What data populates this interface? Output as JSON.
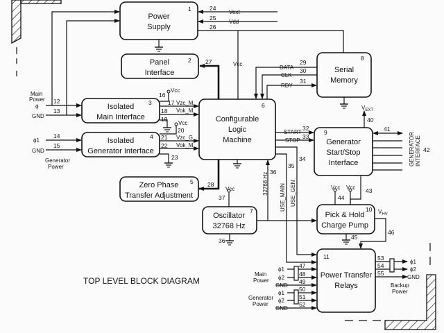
{
  "title": "TOP LEVEL BLOCK DIAGRAM",
  "blocks": {
    "power_supply": {
      "num": "1",
      "line1": "Power",
      "line2": "Supply"
    },
    "panel_interface": {
      "num": "2",
      "line1": "Panel",
      "line2": "Interface"
    },
    "isolated_main": {
      "num": "3",
      "line1": "Isolated",
      "line2": "Main Interface"
    },
    "isolated_gen": {
      "num": "4",
      "line1": "Isolated",
      "line2": "Generator Interface"
    },
    "zero_phase": {
      "num": "5",
      "line1": "Zero Phase",
      "line2": "Transfer Adjustment"
    },
    "clm": {
      "num": "6",
      "line1": "Configurable",
      "line2": "Logic",
      "line3": "Machine"
    },
    "oscillator": {
      "num": "7",
      "line1": "Oscillator",
      "line2": "32768 Hz"
    },
    "serial_memory": {
      "num": "8",
      "line1": "Serial",
      "line2": "Memory"
    },
    "gen_start_stop": {
      "num": "9",
      "line1": "Generator",
      "line2": "Start/Stop",
      "line3": "Interface"
    },
    "charge_pump": {
      "num": "10",
      "line1": "Pick & Hold",
      "line2": "Charge Pump"
    },
    "relays": {
      "num": "11",
      "line1": "Power Transfer",
      "line2": "Relays"
    }
  },
  "signals": {
    "vext": "Vext",
    "vdd": "Vdd",
    "vcc": "Vcc",
    "main_power": [
      "Main",
      "Power"
    ],
    "phi": "ϕ",
    "gnd": "GND",
    "phi1": "ϕ1",
    "phi2": "ϕ2",
    "generator_power": [
      "Generator",
      "Power"
    ],
    "vzc_m": "Vzc_M",
    "vok_m": "Vok_M",
    "vzc_g": "Vzc_G",
    "data": "DATA",
    "clk": "CLK",
    "rdy": "RDY",
    "start": "START",
    "stop": "STOP",
    "v_ext": "V",
    "v_ext_sub": "EXT",
    "v_hv": "V",
    "v_hv_sub": "HV",
    "hz": "32768 Hz",
    "use_main": "USE_MAIN",
    "use_gen": "USE_GEN",
    "generator_interface": [
      "GENERATOR",
      "INTERFACE"
    ],
    "backup_power": [
      "Backup",
      "Power"
    ]
  },
  "ref_numbers": [
    "12",
    "13",
    "14",
    "15",
    "16",
    "17",
    "18",
    "19",
    "20",
    "21",
    "22",
    "23",
    "24",
    "25",
    "26",
    "27",
    "28",
    "29",
    "30",
    "31",
    "32",
    "33",
    "34",
    "35",
    "36",
    "36",
    "37",
    "40",
    "41",
    "42",
    "43",
    "44",
    "45",
    "46",
    "47",
    "48",
    "49",
    "50",
    "51",
    "52",
    "53",
    "54",
    "55"
  ]
}
